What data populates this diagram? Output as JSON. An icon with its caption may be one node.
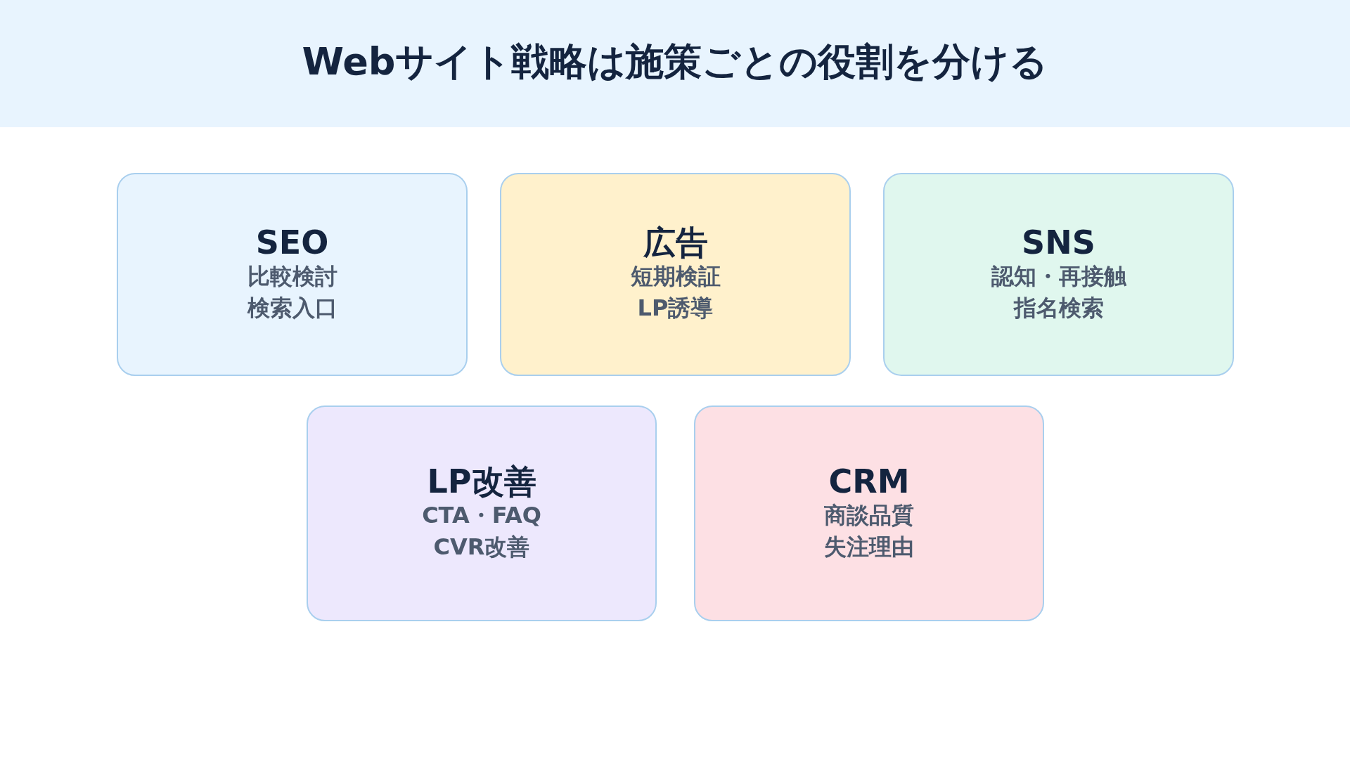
{
  "diagram": {
    "title": "Webサイト戦略は施策ごとの役割を分ける",
    "nodes": [
      {
        "text": [
          "SEO",
          "比較検討",
          "検索入口"
        ]
      },
      {
        "text": [
          "広告",
          "短期検証",
          "LP誘導"
        ]
      },
      {
        "text": [
          "SNS",
          "認知・再接触",
          "指名検索"
        ]
      },
      {
        "text": [
          "LP改善",
          "CTA・FAQ",
          "CVR改善"
        ]
      },
      {
        "text": [
          "CRM",
          "商談品質",
          "失注理由"
        ]
      }
    ]
  }
}
